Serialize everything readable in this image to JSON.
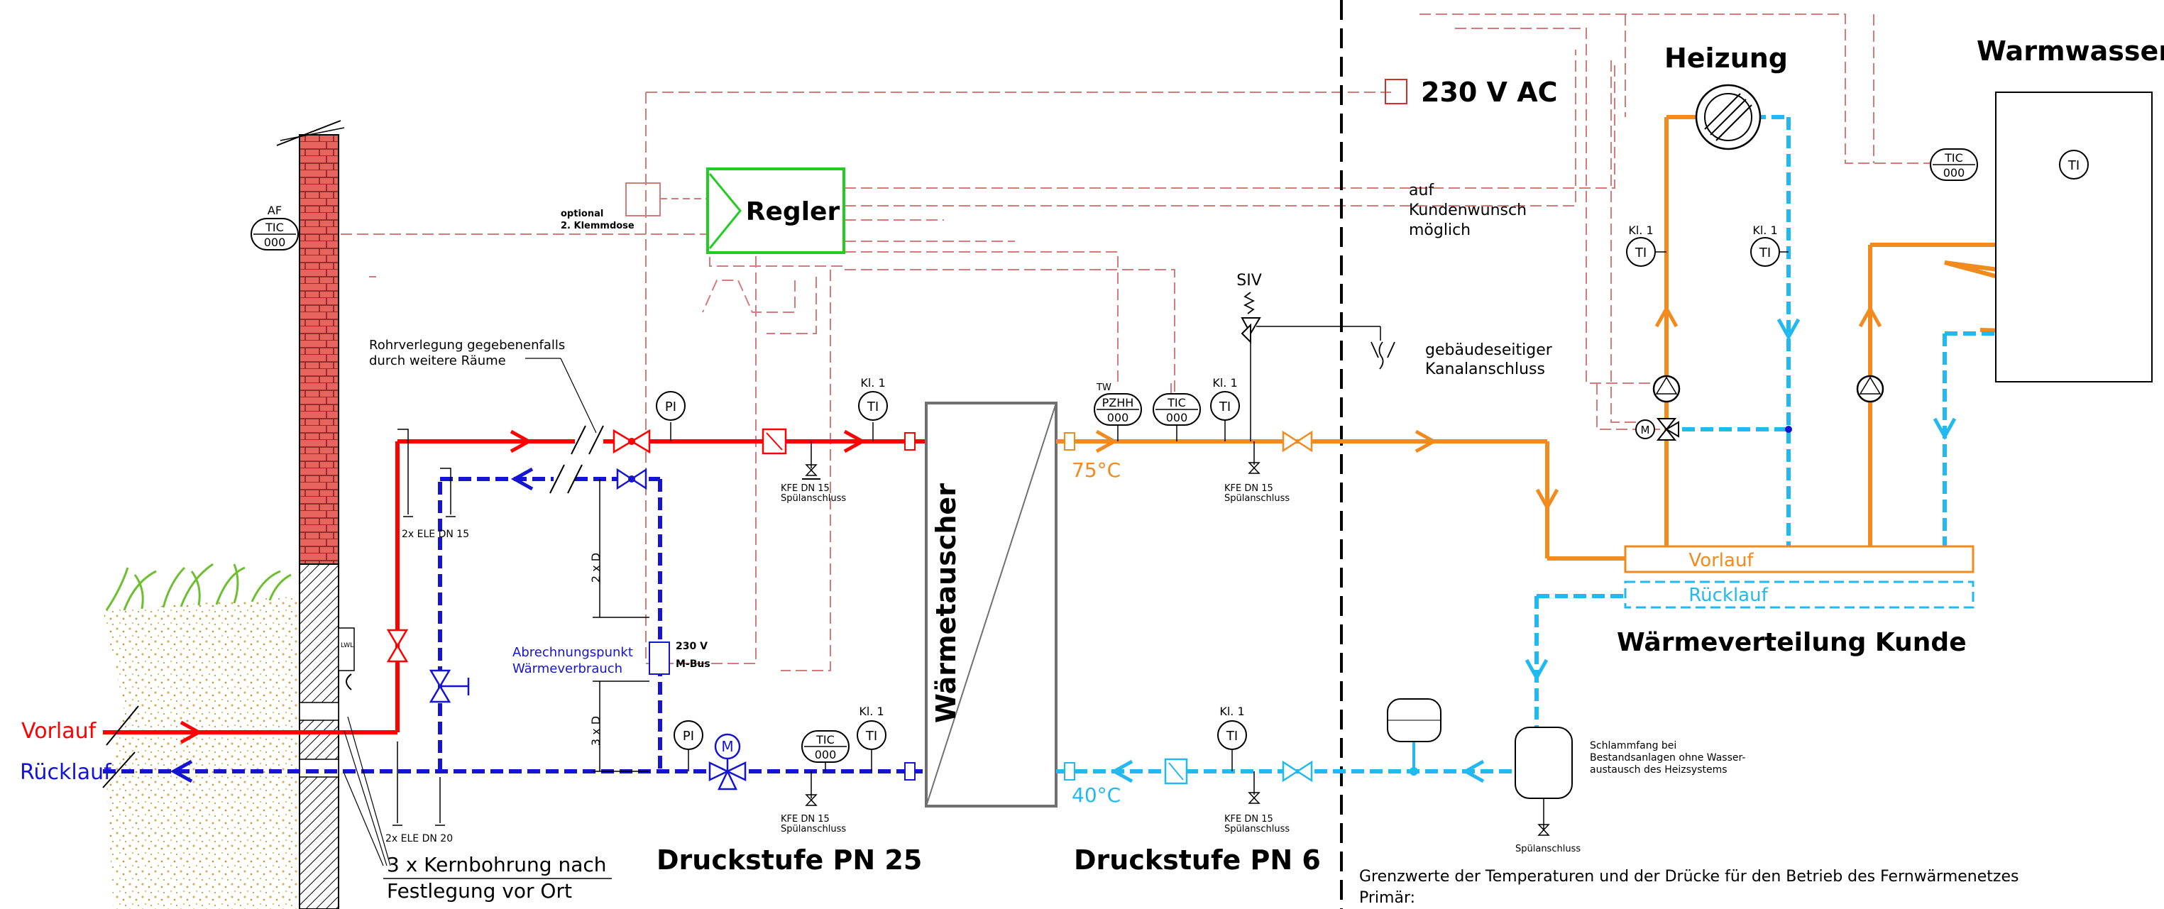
{
  "colors": {
    "supply_primary": "#ff0000",
    "return_primary": "#1414d2",
    "supply_secondary": "#f28a1e",
    "return_secondary": "#22b8f0",
    "control": "#d47c7c",
    "regler": "#22cc22",
    "brick": "#e8645f"
  },
  "labels": {
    "vorlauf_in": "Vorlauf",
    "ruecklauf_in": "Rücklauf",
    "kernbohrung_1": "3 x Kernbohrung nach",
    "kernbohrung_2": "Festlegung vor Ort",
    "af": "AF",
    "tic": "TIC",
    "zeros": "000",
    "rohr_1": "Rohrverlegung gegebenenfalls",
    "rohr_2": "durch weitere Räume",
    "optional_1": "optional",
    "optional_2": "2. Klemmdose",
    "regler": "Regler",
    "v230": "230 V  AC",
    "auf_1": "auf",
    "auf_2": "Kundenwunsch",
    "auf_3": "möglich",
    "pi": "PI",
    "ti": "TI",
    "kl1": "Kl. 1",
    "kfe": "KFE DN 15",
    "spuel": "Spülanschluss",
    "ele_top": "2x ELE DN 15",
    "ele_bottom": "2x ELE DN 20",
    "two_d": "2 x D",
    "three_d": "3 x D",
    "abrech_1": "Abrechnungspunkt",
    "abrech_2": "Wärmeverbrauch",
    "v230_short": "230 V",
    "mbus": "M-Bus",
    "wt": "Wärmetauscher",
    "tw": "TW",
    "pzhh": "PZHH",
    "siv": "SIV",
    "kanal_1": "gebäudeseitiger",
    "kanal_2": "Kanalanschluss",
    "t75": "75°C",
    "t40": "40°C",
    "druck25": "Druckstufe PN 25",
    "druck6": "Druckstufe PN 6",
    "heizung": "Heizung",
    "warmwasser": "Warmwasser",
    "vorlauf_k": "Vorlauf",
    "ruecklauf_k": "Rücklauf",
    "verteil": "Wärmeverteilung Kunde",
    "schlamm_1": "Schlammfang bei",
    "schlamm_2": "Bestandsanlagen ohne Wasser-",
    "schlamm_3": "austausch des Heizsystems",
    "grenz_1": "Grenzwerte der Temperaturen und der Drücke für den Betrieb des Fernwärmenetzes",
    "grenz_2": "Primär:",
    "m": "M",
    "lwl": "LWL"
  }
}
